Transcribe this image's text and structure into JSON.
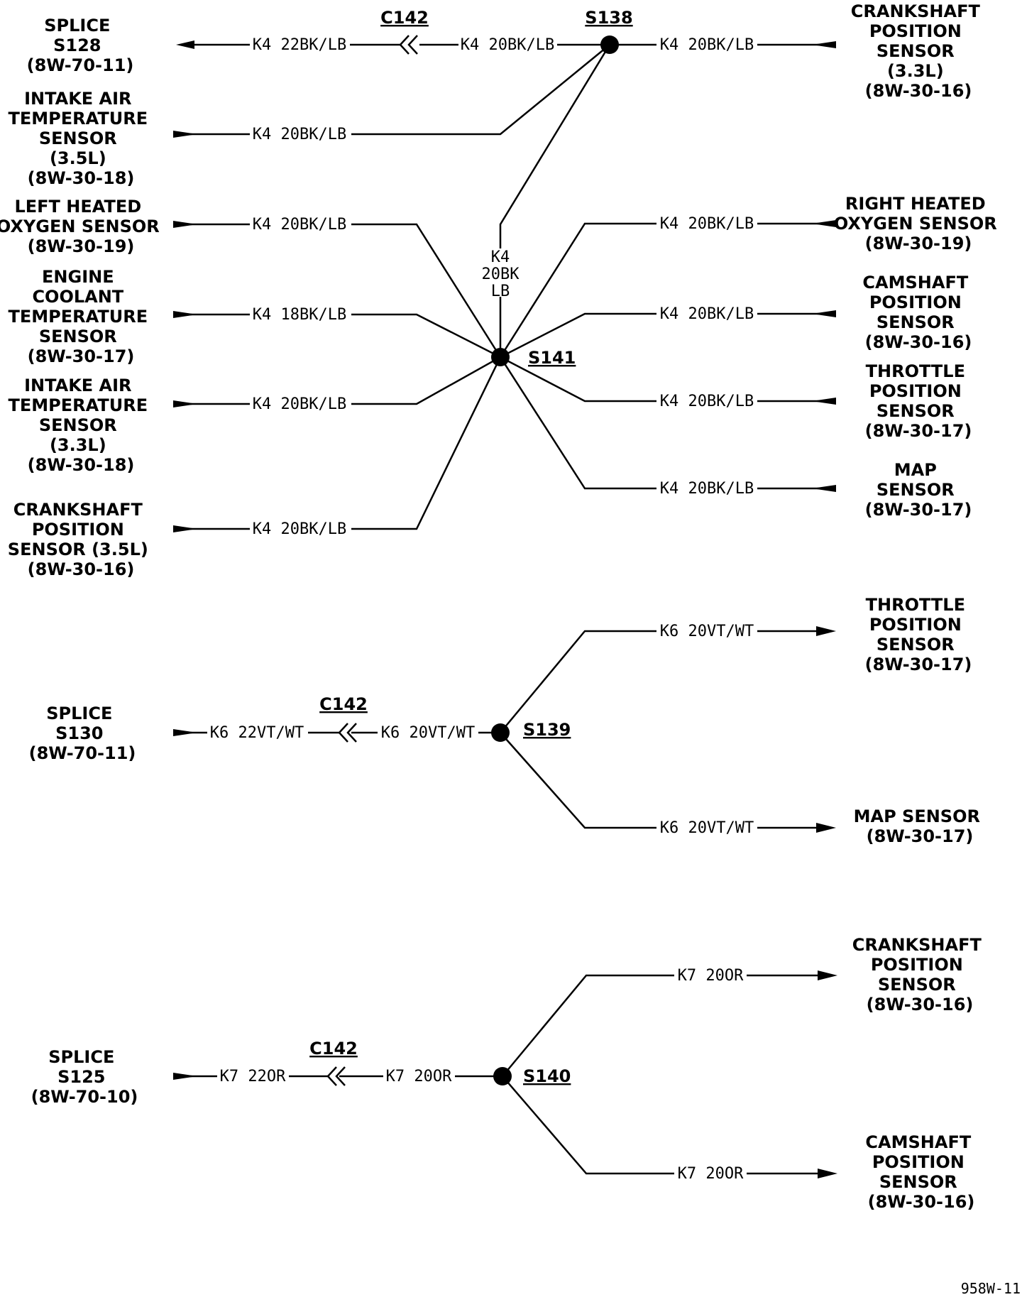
{
  "figure_id": "958W-11",
  "splices": {
    "s138": "S138",
    "s141": "S141",
    "s139": "S139",
    "s140": "S140"
  },
  "connectors": {
    "c142_a": "C142",
    "c142_b": "C142",
    "c142_c": "C142"
  },
  "left_labels": {
    "splice_s128": [
      "SPLICE",
      "S128",
      "(8W-70-11)"
    ],
    "iat_35": [
      "INTAKE AIR",
      "TEMPERATURE",
      "SENSOR",
      "(3.5L)",
      "(8W-30-18)"
    ],
    "left_o2": [
      "LEFT HEATED",
      "OXYGEN SENSOR",
      "(8W-30-19)"
    ],
    "ect": [
      "ENGINE",
      "COOLANT",
      "TEMPERATURE",
      "SENSOR",
      "(8W-30-17)"
    ],
    "iat_33": [
      "INTAKE AIR",
      "TEMPERATURE",
      "SENSOR",
      "(3.3L)",
      "(8W-30-18)"
    ],
    "ckp_35": [
      "CRANKSHAFT",
      "POSITION",
      "SENSOR (3.5L)",
      "(8W-30-16)"
    ],
    "splice_s130": [
      "SPLICE",
      "S130",
      "(8W-70-11)"
    ],
    "splice_s125": [
      "SPLICE",
      "S125",
      "(8W-70-10)"
    ]
  },
  "right_labels": {
    "ckp_33": [
      "CRANKSHAFT",
      "POSITION",
      "SENSOR",
      "(3.3L)",
      "(8W-30-16)"
    ],
    "right_o2": [
      "RIGHT HEATED",
      "OXYGEN SENSOR",
      "(8W-30-19)"
    ],
    "cmp_k4": [
      "CAMSHAFT",
      "POSITION",
      "SENSOR",
      "(8W-30-16)"
    ],
    "tps_k4": [
      "THROTTLE",
      "POSITION",
      "SENSOR",
      "(8W-30-17)"
    ],
    "map_k4": [
      "MAP",
      "SENSOR",
      "(8W-30-17)"
    ],
    "tps_k6": [
      "THROTTLE",
      "POSITION",
      "SENSOR",
      "(8W-30-17)"
    ],
    "map_k6": [
      "MAP SENSOR",
      "(8W-30-17)"
    ],
    "ckp_k7": [
      "CRANKSHAFT",
      "POSITION",
      "SENSOR",
      "(8W-30-16)"
    ],
    "cmp_k7": [
      "CAMSHAFT",
      "POSITION",
      "SENSOR",
      "(8W-30-16)"
    ]
  },
  "wires": {
    "w_s128": "K4 22BK/LB",
    "w_c142_s138": "K4 20BK/LB",
    "w_s138_ckp": "K4 20BK/LB",
    "w_iat35": "K4 20BK/LB",
    "w_lo2": "K4 20BK/LB",
    "w_ect": "K4 18BK/LB",
    "w_iat33": "K4 20BK/LB",
    "w_ckp35": "K4 20BK/LB",
    "w_ro2": "K4 20BK/LB",
    "w_cmp": "K4 20BK/LB",
    "w_tps": "K4 20BK/LB",
    "w_map": "K4 20BK/LB",
    "w_vert": [
      "K4",
      "20BK",
      "LB"
    ],
    "w_s130": "K6 22VT/WT",
    "w_c142_s139": "K6 20VT/WT",
    "w_k6_tps": "K6 20VT/WT",
    "w_k6_map": "K6 20VT/WT",
    "w_s125": "K7 22OR",
    "w_c142_s140": "K7 20OR",
    "w_k7_ckp": "K7 20OR",
    "w_k7_cmp": "K7 20OR"
  }
}
